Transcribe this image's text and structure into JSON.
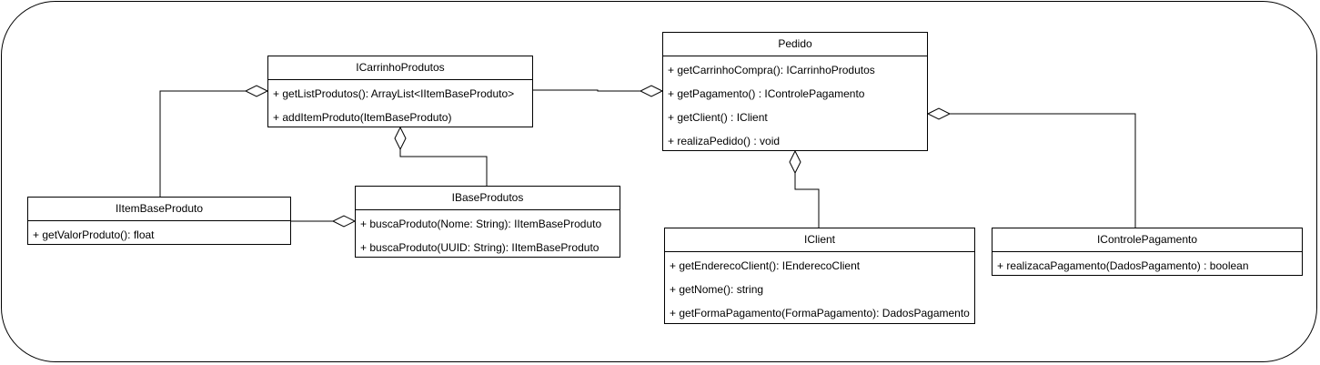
{
  "classes": {
    "carrinho": {
      "name": "ICarrinhoProdutos",
      "members": [
        "+ getListProdutos(): ArrayList<IItemBaseProduto>",
        "+ addItemProduto(ItemBaseProduto)"
      ]
    },
    "pedido": {
      "name": "Pedido",
      "members": [
        "+ getCarrinhoCompra(): ICarrinhoProdutos",
        "+ getPagamento() : IControlePagamento",
        "+ getClient() : IClient",
        "+ realizaPedido() : void"
      ]
    },
    "item": {
      "name": "IItemBaseProduto",
      "members": [
        "+ getValorProduto(): float"
      ]
    },
    "base": {
      "name": "IBaseProdutos",
      "members": [
        "+ buscaProduto(Nome: String): IItemBaseProduto",
        "+ buscaProduto(UUID: String): IItemBaseProduto"
      ]
    },
    "client": {
      "name": "IClient",
      "members": [
        "+ getEnderecoClient(): IEnderecoClient",
        "+ getNome(): string",
        "+ getFormaPagamento(FormaPagamento): DadosPagamento"
      ]
    },
    "controle": {
      "name": "IControlePagamento",
      "members": [
        "+ realizacaPagamento(DadosPagamento) : boolean"
      ]
    }
  },
  "relationships": [
    {
      "type": "aggregation",
      "whole": "ICarrinhoProdutos",
      "part": "IItemBaseProduto"
    },
    {
      "type": "aggregation",
      "whole": "ICarrinhoProdutos",
      "part": "IBaseProdutos"
    },
    {
      "type": "aggregation",
      "whole": "IBaseProdutos",
      "part": "IItemBaseProduto"
    },
    {
      "type": "aggregation",
      "whole": "Pedido",
      "part": "ICarrinhoProdutos"
    },
    {
      "type": "aggregation",
      "whole": "Pedido",
      "part": "IClient"
    },
    {
      "type": "aggregation",
      "whole": "Pedido",
      "part": "IControlePagamento"
    }
  ]
}
